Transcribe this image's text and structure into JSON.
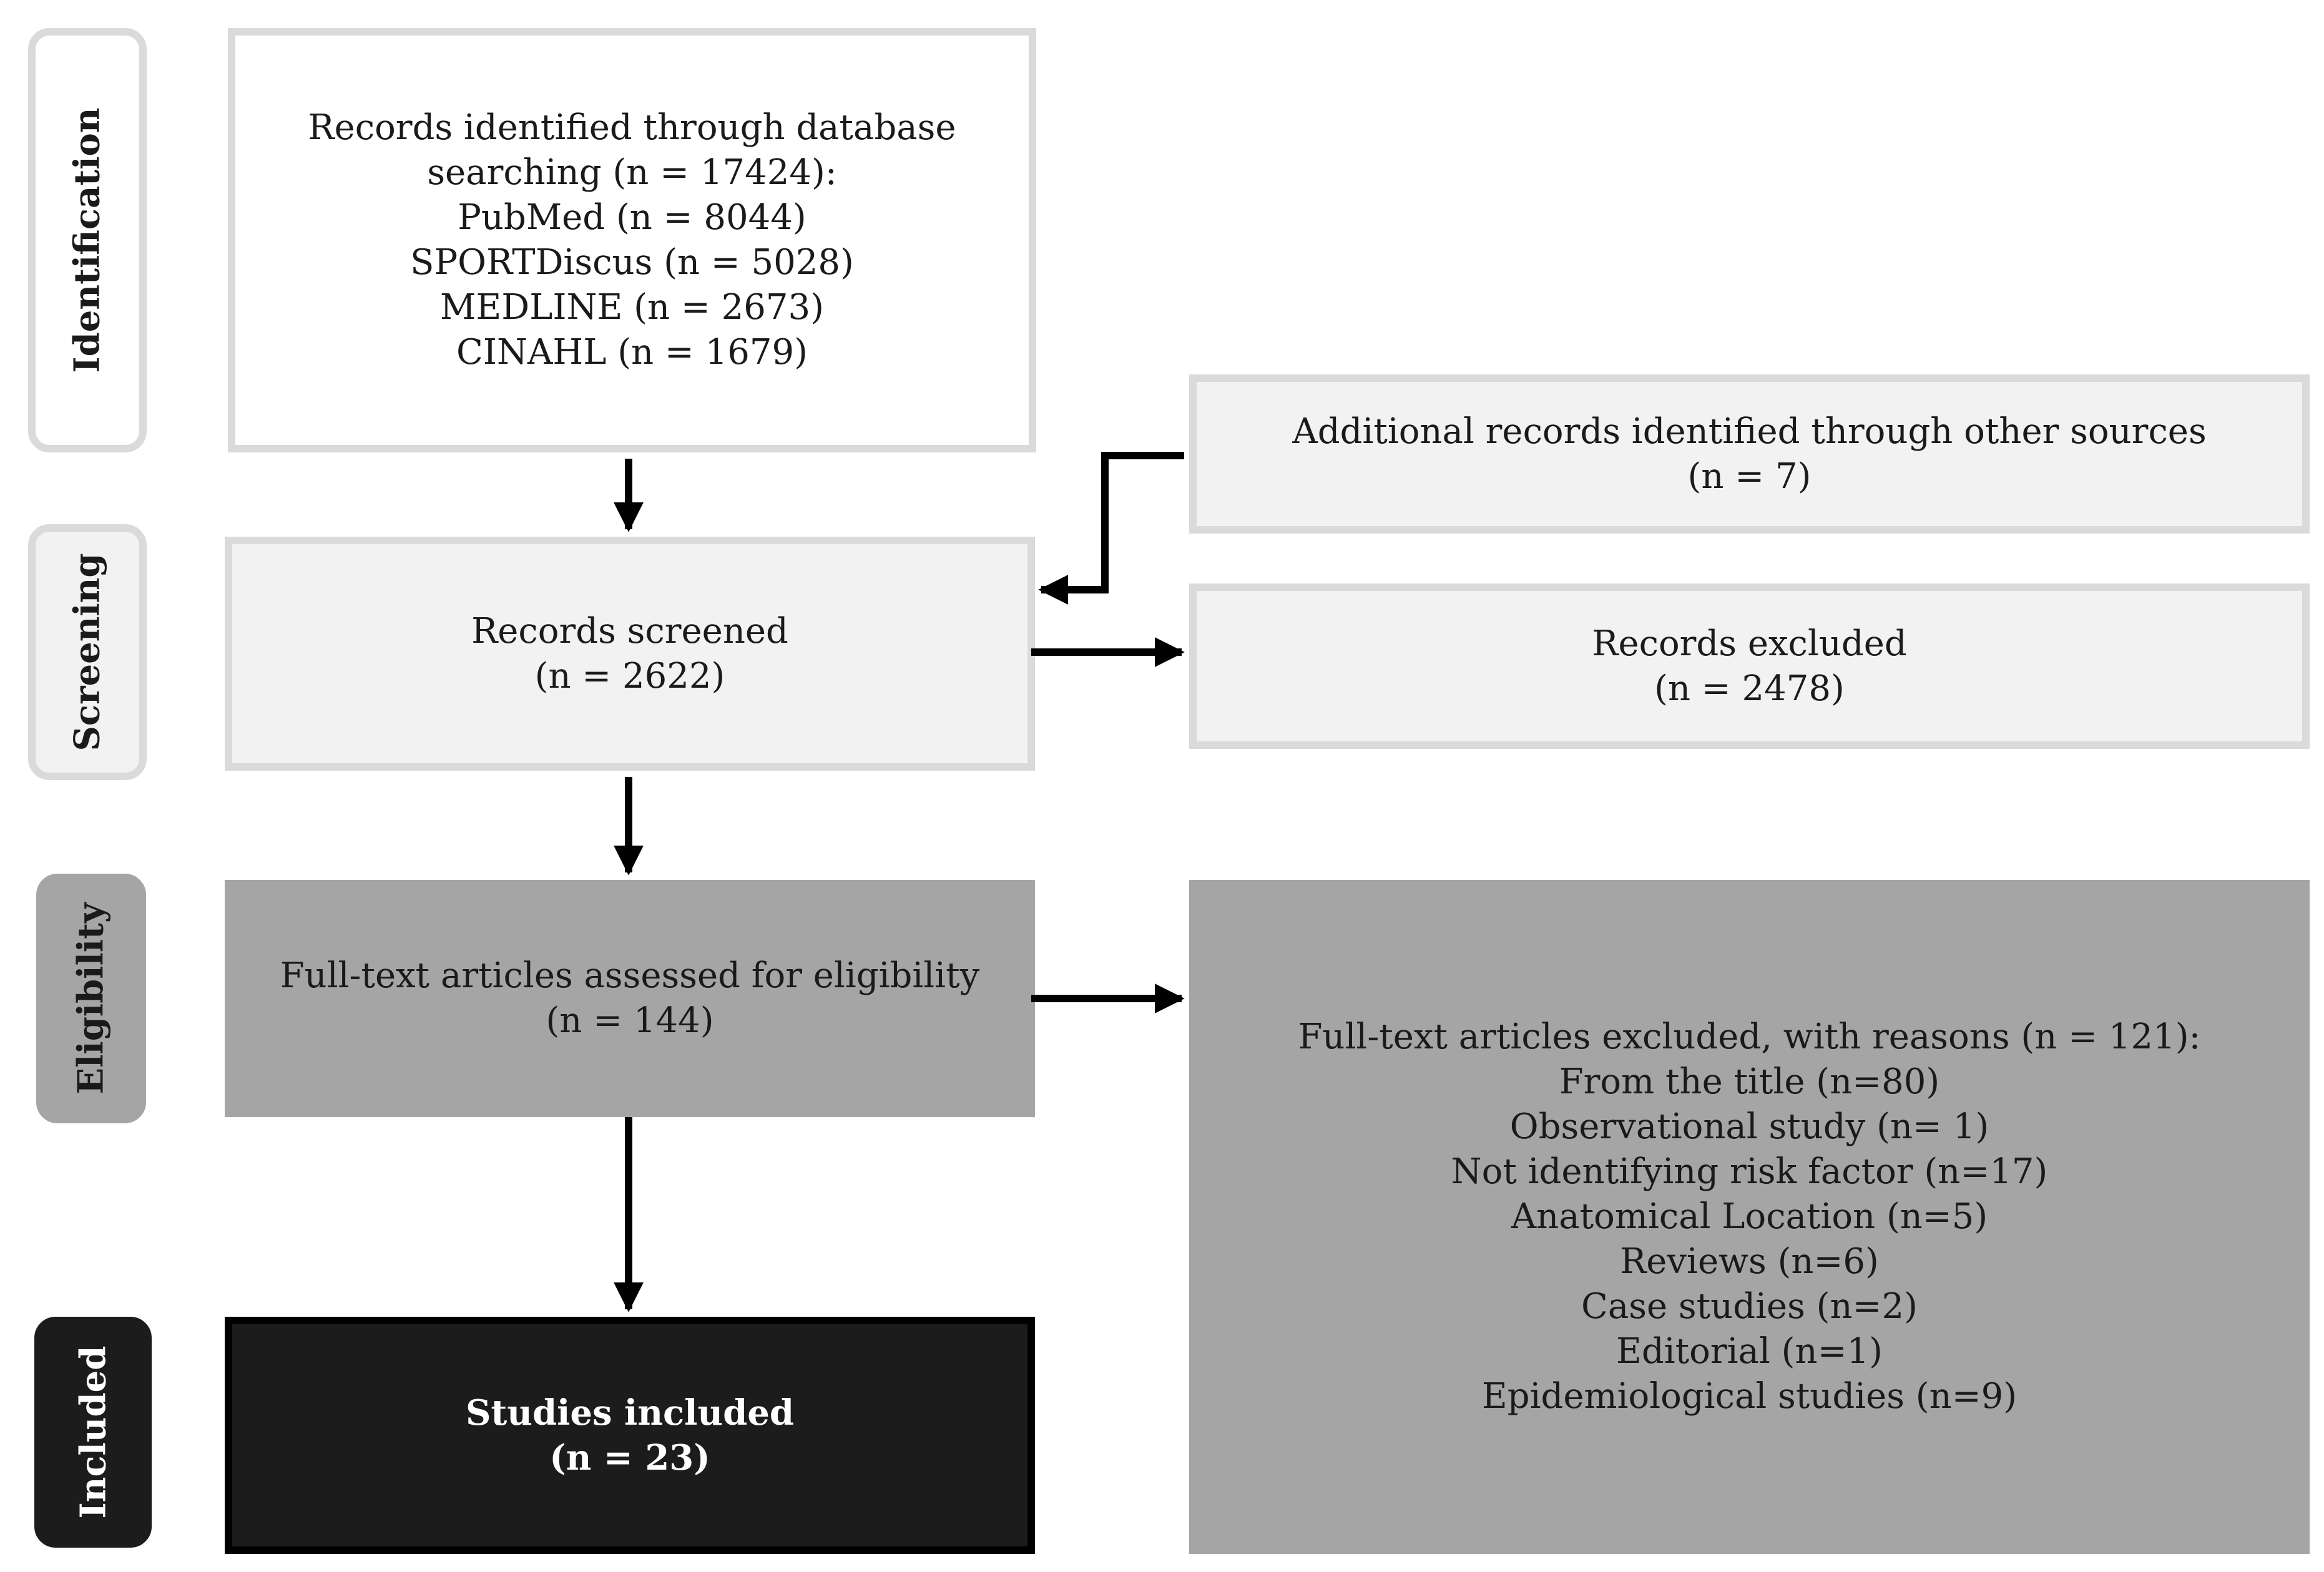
{
  "phases": {
    "identification": "Identification",
    "screening": "Screening",
    "eligibility": "Eligibility",
    "included": "Included"
  },
  "identification": {
    "lines": [
      "Records identified through database",
      "searching (n = 17424):",
      "PubMed (n = 8044)",
      "SPORTDiscus (n = 5028)",
      "MEDLINE (n = 2673)",
      "CINAHL (n = 1679)"
    ]
  },
  "additional": {
    "line1": "Additional records identified through other sources",
    "line2": "(n = 7)"
  },
  "screened": {
    "line1": "Records screened",
    "line2": "(n = 2622)"
  },
  "excluded": {
    "line1": "Records excluded",
    "line2": "(n = 2478)"
  },
  "fulltext": {
    "line1": "Full-text articles assessed for eligibility",
    "line2": "(n = 144)"
  },
  "fulltext_excluded": {
    "header": "Full-text articles excluded, with reasons (n = 121):",
    "reasons": [
      "From the title (n=80)",
      "Observational study (n= 1)",
      "Not identifying risk factor (n=17)",
      "Anatomical Location (n=5)",
      "Reviews (n=6)",
      "Case studies (n=2)",
      "Editorial (n=1)",
      "Epidemiological studies (n=9)"
    ]
  },
  "included": {
    "line1": "Studies included",
    "line2": "(n = 23)"
  }
}
